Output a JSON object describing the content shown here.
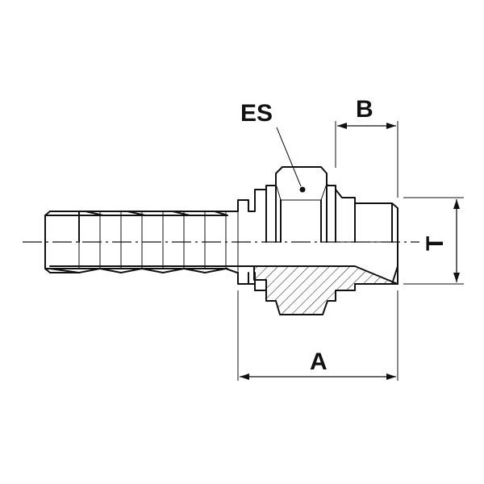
{
  "labels": {
    "hex": "ES",
    "thread_length": "B",
    "overall_length": "A",
    "thread_size": "T"
  },
  "colors": {
    "line": "#111111",
    "background": "#ffffff"
  }
}
